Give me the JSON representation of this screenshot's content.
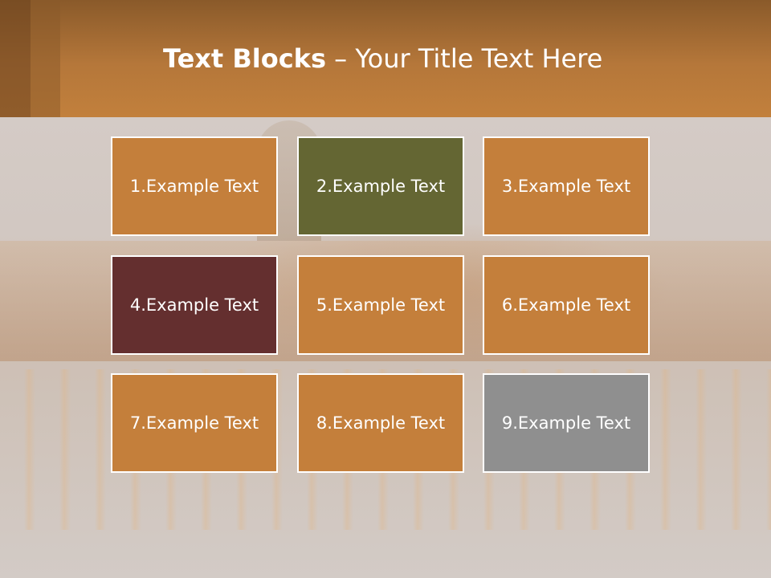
{
  "title": {
    "bold": "Text Blocks",
    "separator": " – ",
    "rest": "Your Title Text Here"
  },
  "colors": {
    "orange": "#c47f3b",
    "olive": "#646633",
    "maroon": "#642f2f",
    "gray": "#8f8f8f"
  },
  "blocks": [
    {
      "label": "1.Example Text",
      "color": "#c47f3b"
    },
    {
      "label": "2.Example Text",
      "color": "#646633"
    },
    {
      "label": "3.Example Text",
      "color": "#c47f3b"
    },
    {
      "label": "4.Example Text",
      "color": "#642f2f"
    },
    {
      "label": "5.Example Text",
      "color": "#c47f3b"
    },
    {
      "label": "6.Example Text",
      "color": "#c47f3b"
    },
    {
      "label": "7.Example Text",
      "color": "#c47f3b"
    },
    {
      "label": "8.Example Text",
      "color": "#c47f3b"
    },
    {
      "label": "9.Example Text",
      "color": "#8f8f8f"
    }
  ]
}
